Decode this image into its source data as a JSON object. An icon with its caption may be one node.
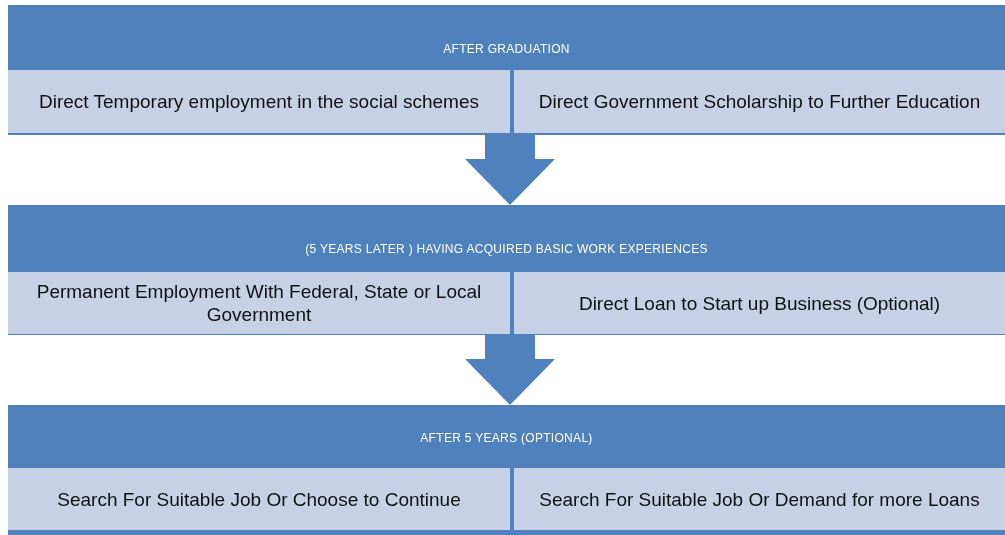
{
  "diagram": {
    "nodes": [
      {
        "text": [
          "AFTER GRADUATION"
        ]
      },
      {
        "text": [
          "Direct Temporary employment in the social schemes"
        ],
        "in": 0
      },
      {
        "text": [
          "Direct Government Scholarship to Further Education"
        ],
        "in": 0
      },
      {
        "text": [
          "(5 YEARS LATER ) HAVING ACQUIRED BASIC WORK EXPERIENCES"
        ]
      },
      {
        "text": [
          "Permanent Employment With Federal, State or Local Government"
        ],
        "in": 3
      },
      {
        "text": [
          "Direct Loan to Start up Business (Optional)"
        ],
        "in": 3
      },
      {
        "text": [
          "AFTER 5 YEARS (OPTIONAL)"
        ]
      },
      {
        "text": [
          "Search For Suitable Job Or Choose to Continue"
        ],
        "in": 6
      },
      {
        "text": [
          "Search For Suitable Job Or Demand for more Loans"
        ],
        "in": 6
      }
    ],
    "edges": [
      {
        "from": 0,
        "to": 3,
        "arrow": "to"
      },
      {
        "from": 3,
        "to": 6,
        "arrow": "to"
      }
    ]
  }
}
